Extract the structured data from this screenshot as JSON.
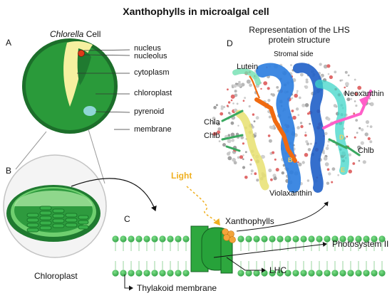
{
  "title": "Xanthophylls in microalgal cell",
  "panels": {
    "A": "A",
    "B": "B",
    "C": "C",
    "D": "D"
  },
  "cell": {
    "title_italic": "Chlorella",
    "title_rest": " Cell",
    "labels": {
      "nucleus": "nucleus",
      "nucleolus": "nucleolus",
      "cytoplasm": "cytoplasm",
      "chloroplast": "chloroplast",
      "pyrenoid": "pyrenoid",
      "membrane": "membrane"
    }
  },
  "chloroplast_label": "Chloroplast",
  "light_label": "Light",
  "membrane": {
    "xanthophylls": "Xanthophylls",
    "photosystem": "Photosystem II",
    "lhc": "LHC",
    "thylakoid": "Thylakoid membrane"
  },
  "protein": {
    "title_line1": "Representation of the LHS",
    "title_line2": "protein structure",
    "stromal": "Stromal side",
    "lutein": "Lutein",
    "neoxanthin": "Neoxanthin",
    "chla": "Chla",
    "chlb_left": "Chlb",
    "chlb_right": "Chlb",
    "violaxanthin": "Violaxanthin"
  },
  "colors": {
    "cell_green": "#2a9a3a",
    "dark_green": "#1c6e2a",
    "cytoplasm_yellow": "#f6f0a0",
    "nucleolus_red": "#e03a1a",
    "pyrenoid_blue": "#8fd6d6",
    "light_orange": "#f0b020",
    "xanthophyll_orange": "#f3a43a",
    "membrane_bead": "#4fbf5f",
    "protein_blue": "#2f7fe0",
    "lutein_orange": "#f06a10",
    "neoxanthin_pink": "#ff5fc8"
  }
}
